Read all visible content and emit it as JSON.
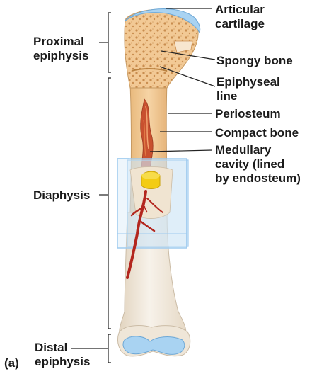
{
  "panel_letter": "(a)",
  "labels": {
    "proximal_epiphysis": [
      "Proximal",
      "epiphysis"
    ],
    "diaphysis": "Diaphysis",
    "distal_epiphysis": [
      "Distal",
      "epiphysis"
    ],
    "articular_cartilage": [
      "Articular",
      "cartilage"
    ],
    "spongy_bone": "Spongy bone",
    "epiphyseal_line": [
      "Epiphyseal",
      "line"
    ],
    "periosteum": "Periosteum",
    "compact_bone": "Compact bone",
    "medullary_cavity": [
      "Medullary",
      "cavity (lined",
      "by endosteum)"
    ]
  },
  "colors": {
    "bone_tan": "#f2c995",
    "bone_light": "#f7e6cf",
    "cartilage_blue": "#a9d3f2",
    "marrow_red": "#c8502f",
    "vessel_red": "#b3261e",
    "marrow_yellow": "#f3cc14",
    "cutaway_box": "#9fcbef",
    "shaft_white": "#f4efe6"
  }
}
